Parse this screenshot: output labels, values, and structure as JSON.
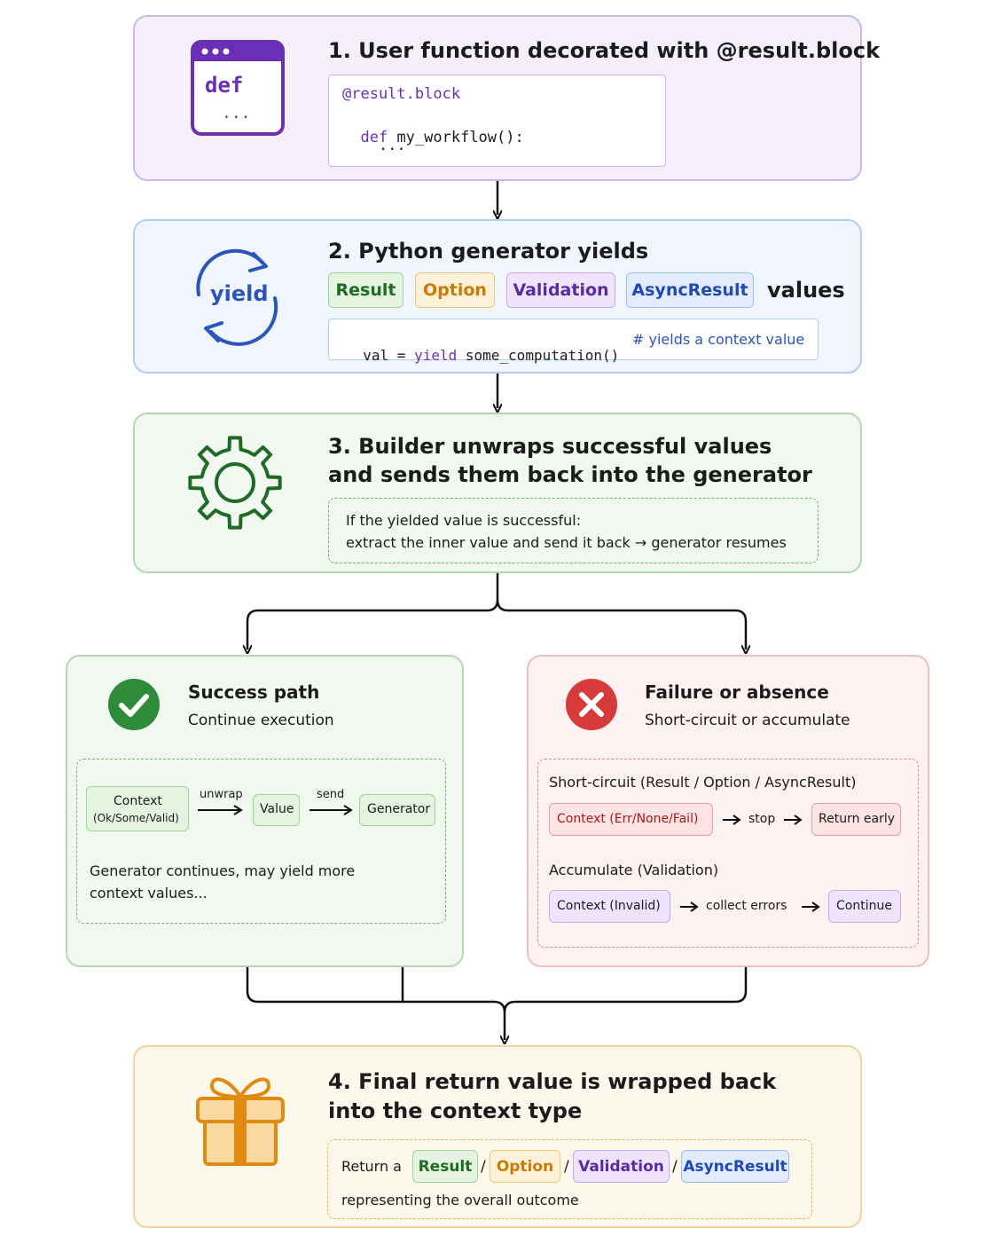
{
  "step1": {
    "title": "1. User function decorated with @result.block",
    "icon": {
      "label": "def",
      "ellipsis": "..."
    },
    "code_line1": "@result.block",
    "code_line2_kw": "def",
    "code_line2_rest": " my_workflow():",
    "code_line3": "    ..."
  },
  "step2": {
    "title": "2. Python generator yields",
    "icon_label": "yield",
    "chips": [
      "Result",
      "Option",
      "Validation",
      "AsyncResult"
    ],
    "trailing": "values",
    "code_var": "val",
    "code_eq": " = ",
    "code_kw": "yield",
    "code_call": " some_computation()",
    "code_comment": "# yields a context value"
  },
  "step3": {
    "title_line1": "3. Builder unwraps successful values",
    "title_line2": "and sends them back into the generator",
    "note_line1": "If the yielded value is successful:",
    "note_line2": "extract the inner value and send it back → generator resumes"
  },
  "success": {
    "title": "Success path",
    "subtitle": "Continue execution",
    "context_line1": "Context",
    "context_line2": "(Ok/Some/Valid)",
    "unwrap": "unwrap",
    "value": "Value",
    "send": "send",
    "generator": "Generator",
    "note_line1": "Generator continues, may yield more",
    "note_line2": "context values..."
  },
  "failure": {
    "title": "Failure or absence",
    "subtitle": "Short-circuit or accumulate",
    "short_title": "Short-circuit (Result / Option / AsyncResult)",
    "short_context": "Context (Err/None/Fail)",
    "stop": "stop",
    "return_early": "Return early",
    "acc_title": "Accumulate (Validation)",
    "acc_context": "Context (Invalid)",
    "collect": "collect errors",
    "continue": "Continue"
  },
  "step4": {
    "title_line1": "4. Final return value is wrapped back",
    "title_line2": "into the context type",
    "return_a": "Return a",
    "chips": [
      "Result",
      "Option",
      "Validation",
      "AsyncResult"
    ],
    "separator": "/",
    "footer": "representing the overall outcome"
  },
  "colors": {
    "purple": "#6a2fb6",
    "blue": "#2b55b8",
    "green": "#2e8b3a",
    "red": "#d63a3a",
    "orange": "#e08a12"
  }
}
